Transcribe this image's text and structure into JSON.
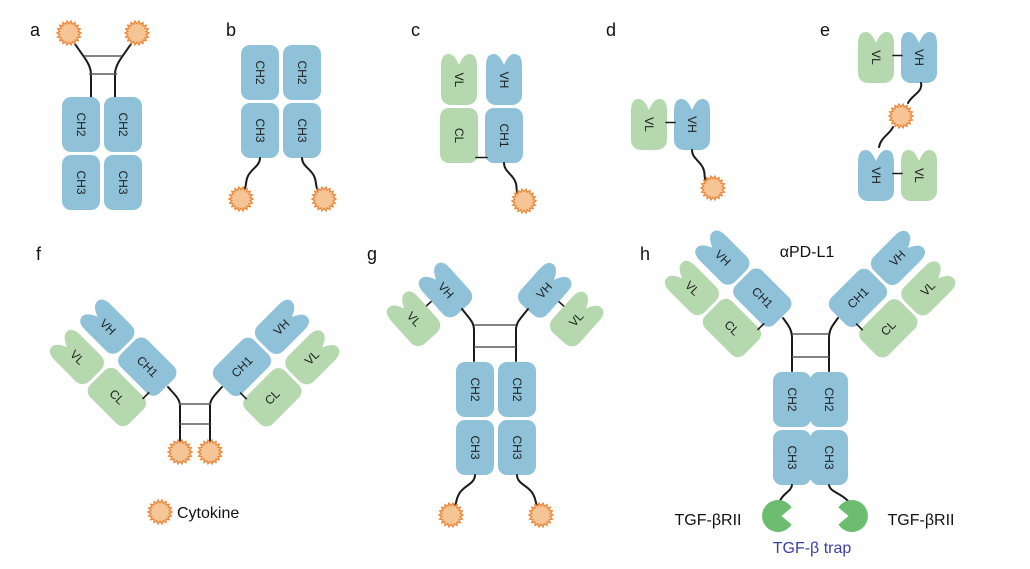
{
  "colors": {
    "domain_blue": "#8fc2d9",
    "domain_green": "#b5d8af",
    "cytokine_fill": "#f6c596",
    "cytokine_stroke": "#ec8b3f",
    "trap_green": "#6cbd70",
    "outline": "#1a1a1a",
    "hinge_rung": "#5a5a5a",
    "label_text": "#1f1f1f",
    "trap_label_blue": "#3b3fa8"
  },
  "domain_labels": {
    "vh": "VH",
    "vl": "VL",
    "cl": "CL",
    "ch1": "CH1",
    "ch2": "CH2",
    "ch3": "CH3"
  },
  "panels": {
    "a": {
      "letter": "a"
    },
    "b": {
      "letter": "b"
    },
    "c": {
      "letter": "c"
    },
    "d": {
      "letter": "d"
    },
    "e": {
      "letter": "e"
    },
    "f": {
      "letter": "f"
    },
    "g": {
      "letter": "g"
    },
    "h": {
      "letter": "h",
      "top_annotation": "αPD-L1",
      "left_annotation": "TGF-βRII",
      "right_annotation": "TGF-βRII",
      "bottom_annotation": "TGF-β trap"
    }
  },
  "legend": {
    "cytokine_label": "Cytokine"
  }
}
